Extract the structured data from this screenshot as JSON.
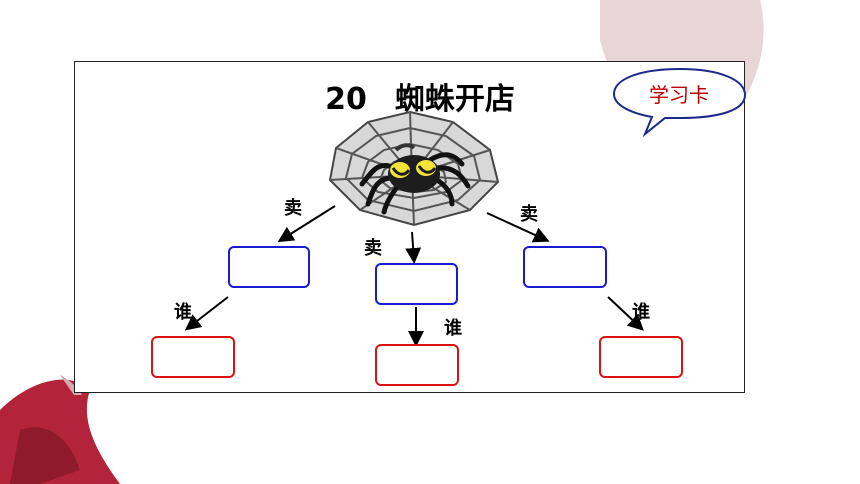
{
  "title": {
    "number": "20",
    "text": "蜘蛛开店"
  },
  "badge": {
    "text": "学习卡"
  },
  "labels": {
    "sell": "卖",
    "who": "谁"
  },
  "colors": {
    "blue_box": "#1a1ad0",
    "red_box": "#e01010",
    "badge_text": "#c00000",
    "leaf": "#b3243a"
  },
  "icons": {
    "center": "spider-on-web-icon"
  }
}
